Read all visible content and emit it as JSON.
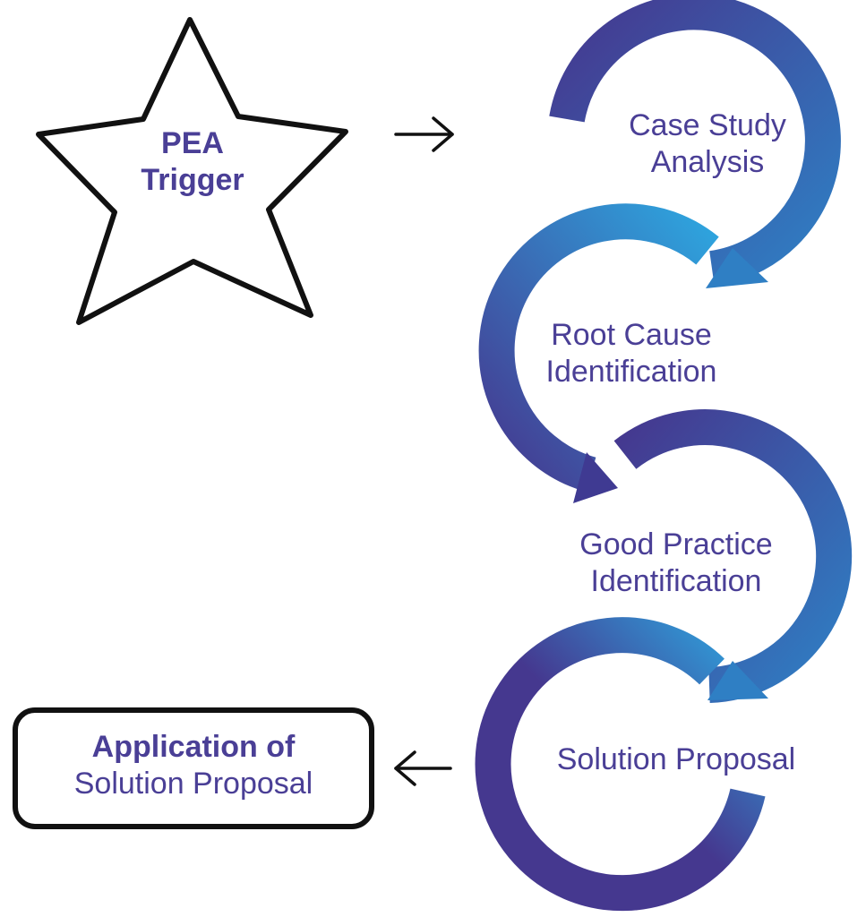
{
  "colors": {
    "text": "#4a3f96",
    "arc_dark": "#45388f",
    "arc_mid": "#3a68b5",
    "arc_light": "#2ea4de",
    "outline": "#111111"
  },
  "trigger": {
    "line1": "PEA",
    "line2": "Trigger"
  },
  "steps": [
    {
      "line1": "Case Study",
      "line2": "Analysis"
    },
    {
      "line1": "Root Cause",
      "line2": "Identification"
    },
    {
      "line1": "Good Practice",
      "line2": "Identification"
    },
    {
      "line1": "Solution Proposal"
    }
  ],
  "output": {
    "line1": "Application of",
    "line2": "Solution Proposal"
  }
}
